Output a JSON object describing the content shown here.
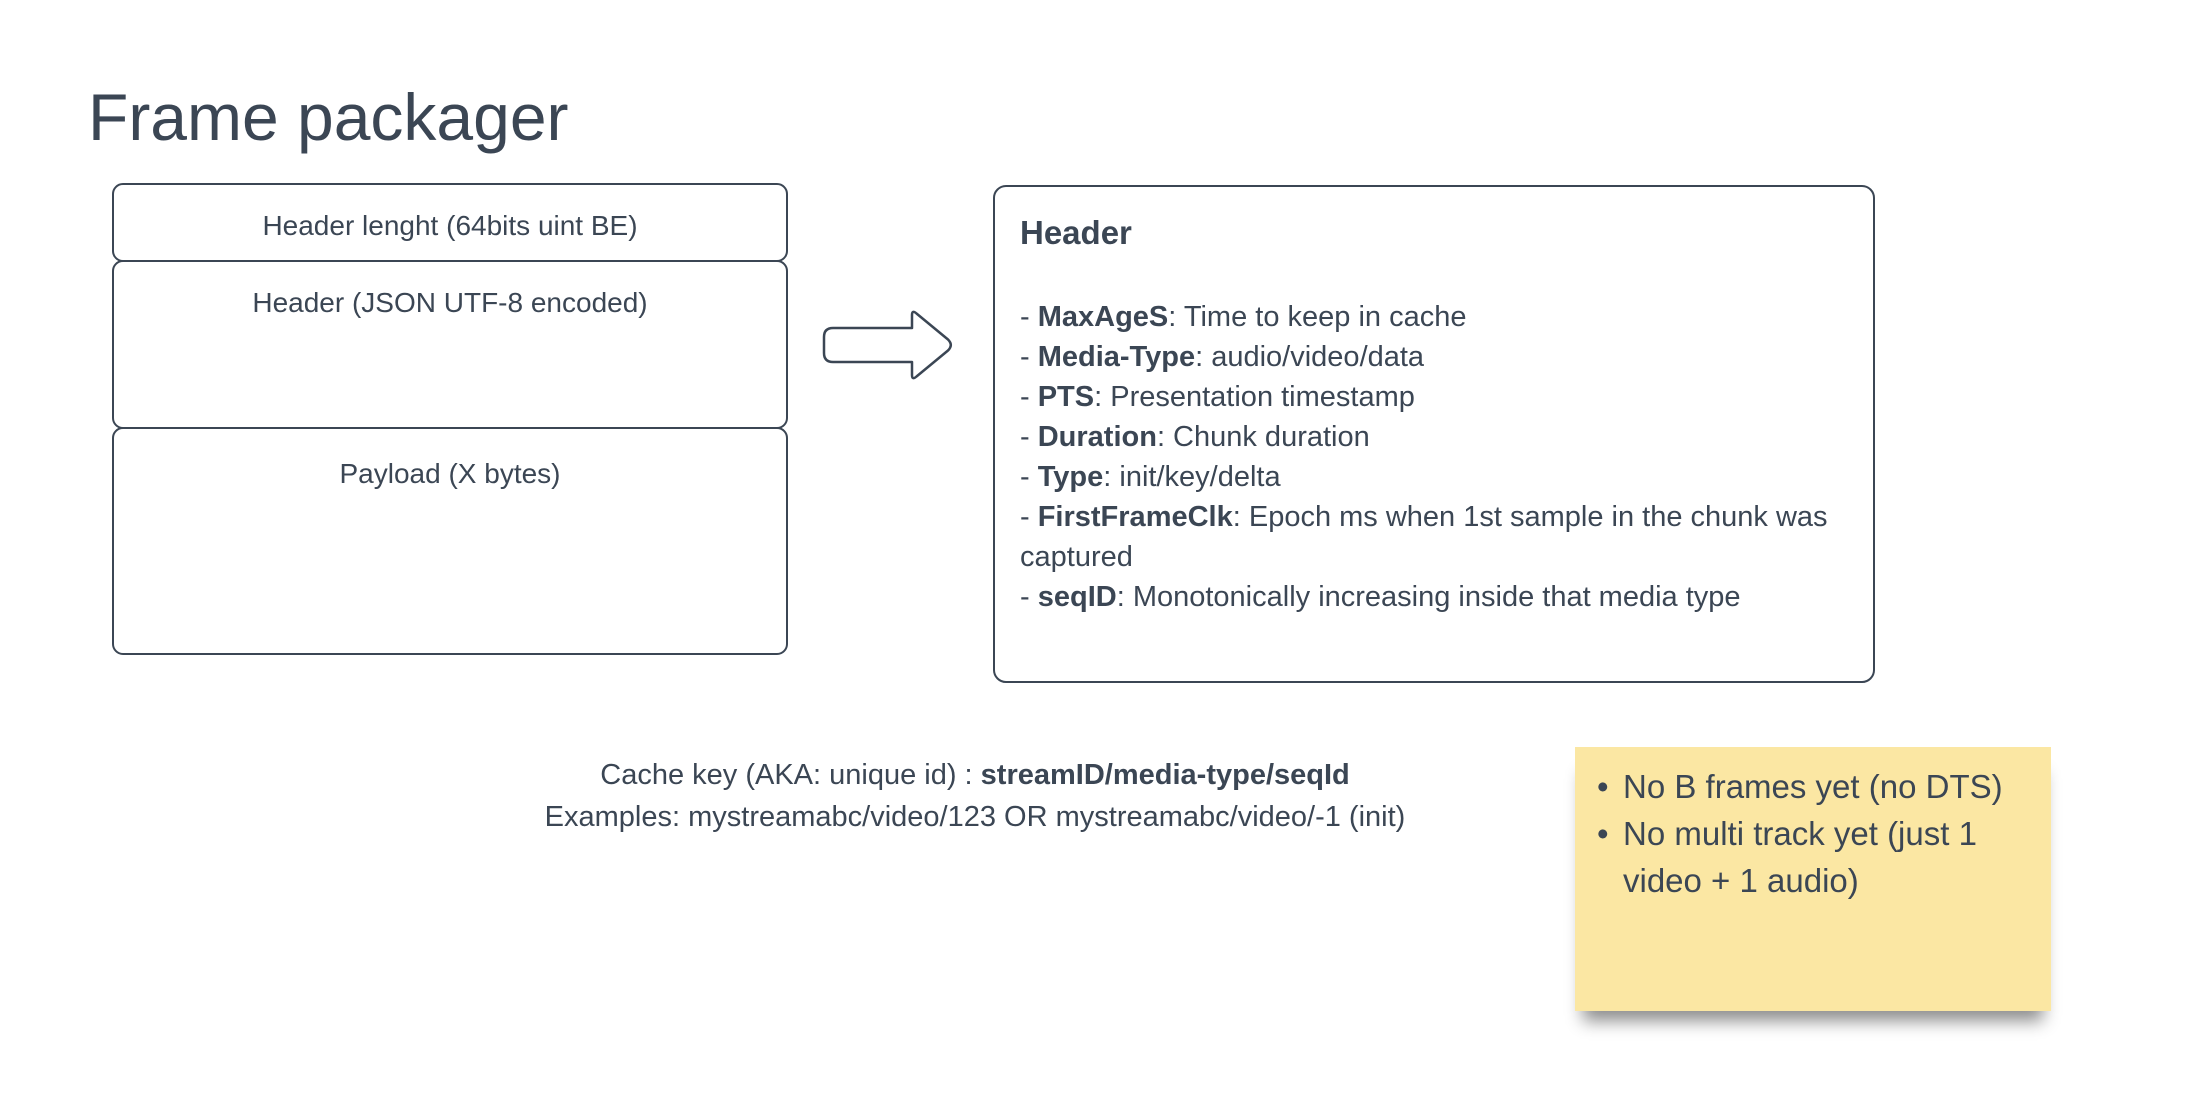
{
  "page": {
    "title": "Frame packager",
    "background_color": "#ffffff",
    "ink_color": "#3b4654"
  },
  "frame_stack": {
    "cells": [
      {
        "label": "Header lenght (64bits uint BE)"
      },
      {
        "label": "Header (JSON UTF-8 encoded)"
      },
      {
        "label": "Payload (X bytes)"
      }
    ]
  },
  "arrow": {
    "icon": "right-block-arrow"
  },
  "header_box": {
    "title": "Header",
    "items": [
      {
        "prefix": "- ",
        "name": "MaxAgeS",
        "desc": ": Time to keep in cache"
      },
      {
        "prefix": "- ",
        "name": "Media-Type",
        "desc": ": audio/video/data"
      },
      {
        "prefix": "- ",
        "name": "PTS",
        "desc": ": Presentation timestamp"
      },
      {
        "prefix": "- ",
        "name": "Duration",
        "desc": ": Chunk duration"
      },
      {
        "prefix": "- ",
        "name": "Type",
        "desc": ": init/key/delta"
      },
      {
        "prefix": "- ",
        "name": "FirstFrameClk",
        "desc": ": Epoch ms when 1st sample in the chunk was captured"
      },
      {
        "prefix": "- ",
        "name": "seqID",
        "desc": ": Monotonically increasing inside that media type"
      }
    ]
  },
  "cache_key": {
    "line1_regular": "Cache key (AKA: unique id) : ",
    "line1_bold": "streamID/media-type/seqId",
    "line2": "Examples: mystreamabc/video/123 OR mystreamabc/video/-1 (init)"
  },
  "sticky_note": {
    "color": "#fbe7a3",
    "bullet": "•",
    "items": [
      "No B frames yet (no DTS)",
      "No multi track yet (just 1 video + 1 audio)"
    ]
  }
}
